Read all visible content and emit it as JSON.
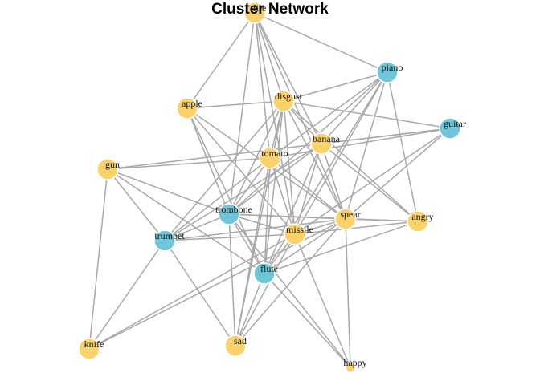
{
  "title": "Cluster Network",
  "colors": {
    "group_a": "#fad16b",
    "group_b": "#6fc6d8",
    "edge": "#a8a8a8"
  },
  "nodes": [
    {
      "id": "fire",
      "label": "fire",
      "group": "group_a",
      "size": "medium"
    },
    {
      "id": "piano",
      "label": "piano",
      "group": "group_b",
      "size": "medium"
    },
    {
      "id": "apple",
      "label": "apple",
      "group": "group_a",
      "size": "medium"
    },
    {
      "id": "disgust",
      "label": "disgust",
      "group": "group_a",
      "size": "medium"
    },
    {
      "id": "guitar",
      "label": "guitar",
      "group": "group_b",
      "size": "medium"
    },
    {
      "id": "banana",
      "label": "banana",
      "group": "group_a",
      "size": "medium"
    },
    {
      "id": "tomato",
      "label": "tomato",
      "group": "group_a",
      "size": "medium"
    },
    {
      "id": "gun",
      "label": "gun",
      "group": "group_a",
      "size": "medium"
    },
    {
      "id": "trombone",
      "label": "trombone",
      "group": "group_b",
      "size": "medium"
    },
    {
      "id": "spear",
      "label": "spear",
      "group": "group_a",
      "size": "medium"
    },
    {
      "id": "angry",
      "label": "angry",
      "group": "group_a",
      "size": "medium"
    },
    {
      "id": "trumpet",
      "label": "trumpet",
      "group": "group_b",
      "size": "medium"
    },
    {
      "id": "missile",
      "label": "missile",
      "group": "group_a",
      "size": "medium"
    },
    {
      "id": "flute",
      "label": "flute",
      "group": "group_b",
      "size": "medium"
    },
    {
      "id": "knife",
      "label": "knife",
      "group": "group_a",
      "size": "medium"
    },
    {
      "id": "sad",
      "label": "sad",
      "group": "group_a",
      "size": "medium"
    },
    {
      "id": "happy",
      "label": "happy",
      "group": "group_a",
      "size": "small"
    }
  ],
  "edges": [
    [
      "fire",
      "piano"
    ],
    [
      "fire",
      "apple"
    ],
    [
      "fire",
      "disgust"
    ],
    [
      "fire",
      "banana"
    ],
    [
      "fire",
      "tomato"
    ],
    [
      "fire",
      "spear"
    ],
    [
      "fire",
      "missile"
    ],
    [
      "fire",
      "trombone"
    ],
    [
      "piano",
      "disgust"
    ],
    [
      "piano",
      "tomato"
    ],
    [
      "piano",
      "banana"
    ],
    [
      "piano",
      "spear"
    ],
    [
      "piano",
      "missile"
    ],
    [
      "piano",
      "angry"
    ],
    [
      "piano",
      "flute"
    ],
    [
      "piano",
      "trombone"
    ],
    [
      "apple",
      "disgust"
    ],
    [
      "apple",
      "trombone"
    ],
    [
      "apple",
      "missile"
    ],
    [
      "apple",
      "spear"
    ],
    [
      "apple",
      "flute"
    ],
    [
      "disgust",
      "guitar"
    ],
    [
      "disgust",
      "banana"
    ],
    [
      "disgust",
      "tomato"
    ],
    [
      "disgust",
      "trombone"
    ],
    [
      "disgust",
      "trumpet"
    ],
    [
      "disgust",
      "missile"
    ],
    [
      "disgust",
      "spear"
    ],
    [
      "disgust",
      "flute"
    ],
    [
      "disgust",
      "sad"
    ],
    [
      "disgust",
      "angry"
    ],
    [
      "guitar",
      "banana"
    ],
    [
      "guitar",
      "tomato"
    ],
    [
      "guitar",
      "gun"
    ],
    [
      "guitar",
      "spear"
    ],
    [
      "guitar",
      "missile"
    ],
    [
      "banana",
      "trombone"
    ],
    [
      "banana",
      "trumpet"
    ],
    [
      "banana",
      "spear"
    ],
    [
      "banana",
      "angry"
    ],
    [
      "banana",
      "flute"
    ],
    [
      "banana",
      "missile"
    ],
    [
      "tomato",
      "gun"
    ],
    [
      "tomato",
      "trumpet"
    ],
    [
      "tomato",
      "trombone"
    ],
    [
      "tomato",
      "missile"
    ],
    [
      "tomato",
      "flute"
    ],
    [
      "tomato",
      "sad"
    ],
    [
      "tomato",
      "spear"
    ],
    [
      "gun",
      "trombone"
    ],
    [
      "gun",
      "trumpet"
    ],
    [
      "gun",
      "knife"
    ],
    [
      "gun",
      "flute"
    ],
    [
      "trombone",
      "spear"
    ],
    [
      "trombone",
      "missile"
    ],
    [
      "trombone",
      "flute"
    ],
    [
      "trombone",
      "sad"
    ],
    [
      "trombone",
      "trumpet"
    ],
    [
      "trombone",
      "angry"
    ],
    [
      "spear",
      "trumpet"
    ],
    [
      "spear",
      "missile"
    ],
    [
      "spear",
      "flute"
    ],
    [
      "spear",
      "angry"
    ],
    [
      "spear",
      "happy"
    ],
    [
      "spear",
      "knife"
    ],
    [
      "spear",
      "sad"
    ],
    [
      "angry",
      "missile"
    ],
    [
      "angry",
      "flute"
    ],
    [
      "trumpet",
      "missile"
    ],
    [
      "trumpet",
      "sad"
    ],
    [
      "trumpet",
      "knife"
    ],
    [
      "missile",
      "flute"
    ],
    [
      "missile",
      "sad"
    ],
    [
      "missile",
      "knife"
    ],
    [
      "missile",
      "happy"
    ],
    [
      "flute",
      "sad"
    ],
    [
      "flute",
      "happy"
    ],
    [
      "trombone",
      "happy"
    ]
  ]
}
